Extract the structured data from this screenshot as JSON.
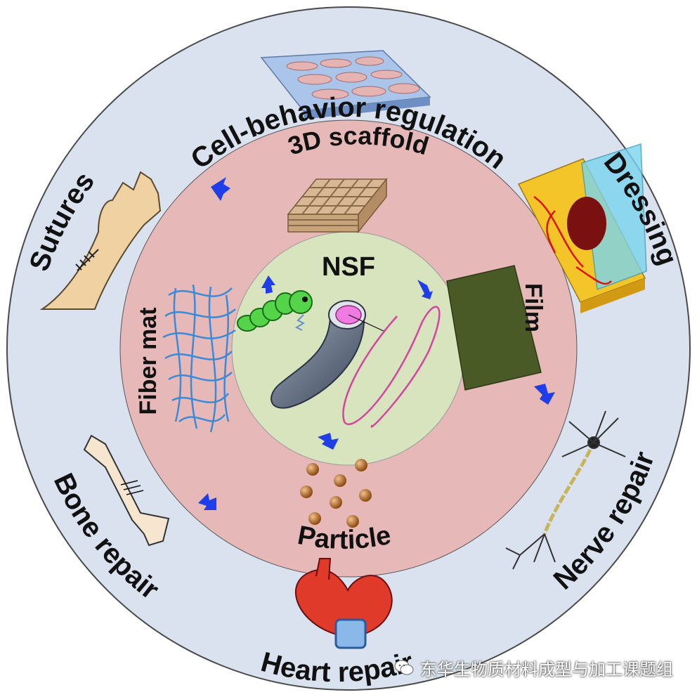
{
  "center": {
    "label": "NSF"
  },
  "materials": {
    "scaffold": "3D scaffold",
    "film": "Film",
    "particle": "Particle",
    "fiber_mat": "Fiber mat"
  },
  "applications": {
    "cell_behavior": "Cell-behavior regulation",
    "dressing": "Dressing",
    "nerve_repair": "Nerve repair",
    "heart_repair": "Heart repair",
    "bone_repair": "Bone repair",
    "sutures": "Sutures"
  },
  "watermark": {
    "text": "东华生物质材料成型与加工课题组"
  },
  "colors": {
    "outer_ring": "#d9e2ee",
    "middle_ring": "#e6b9b8",
    "inner_circle": "#d7e4bd",
    "arrow": "#1f3de8"
  }
}
